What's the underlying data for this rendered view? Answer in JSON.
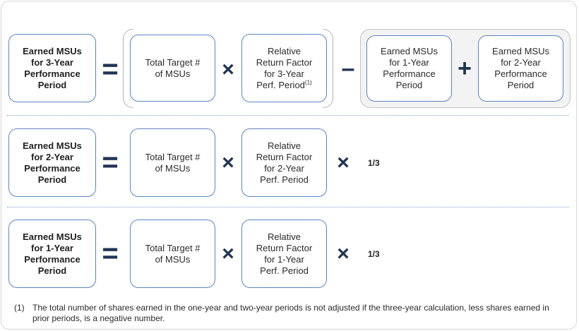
{
  "row1": {
    "result": "Earned MSUs\nfor 3-Year\nPerformance\nPeriod",
    "equals": "=",
    "target": "Total Target #\nof MSUs",
    "times": "×",
    "factor_main": "Relative\nReturn Factor\nfor 3-Year\nPerf. Period",
    "factor_sup": "(1)",
    "minus": "–",
    "earned_1yr": "Earned MSUs\nfor 1-Year\nPerformance\nPeriod",
    "plus": "+",
    "earned_2yr": "Earned MSUs\nfor 2-Year\nPerformance\nPeriod"
  },
  "row2": {
    "result": "Earned MSUs\nfor 2-Year\nPerformance\nPeriod",
    "equals": "=",
    "target": "Total Target #\nof MSUs",
    "times1": "×",
    "factor": "Relative\nReturn Factor\nfor 2-Year\nPerf. Period",
    "times2": "×",
    "fraction": "1/3"
  },
  "row3": {
    "result": "Earned MSUs\nfor 1-Year\nPerformance\nPeriod",
    "equals": "=",
    "target": "Total Target #\nof MSUs",
    "times1": "×",
    "factor": "Relative\nReturn Factor\nfor 1-Year\nPerf. Period",
    "times2": "×",
    "fraction": "1/3"
  },
  "footnote": {
    "marker": "(1)",
    "text": "The total number of shares earned in the one-year and two-year periods is not adjusted if the three-year calculation, less shares earned in prior periods, is a negative number."
  },
  "colors": {
    "box_border": "#5b86c4",
    "operator": "#1f3552",
    "divider": "#7ea2cf",
    "group_fill": "#f3f3f3"
  }
}
